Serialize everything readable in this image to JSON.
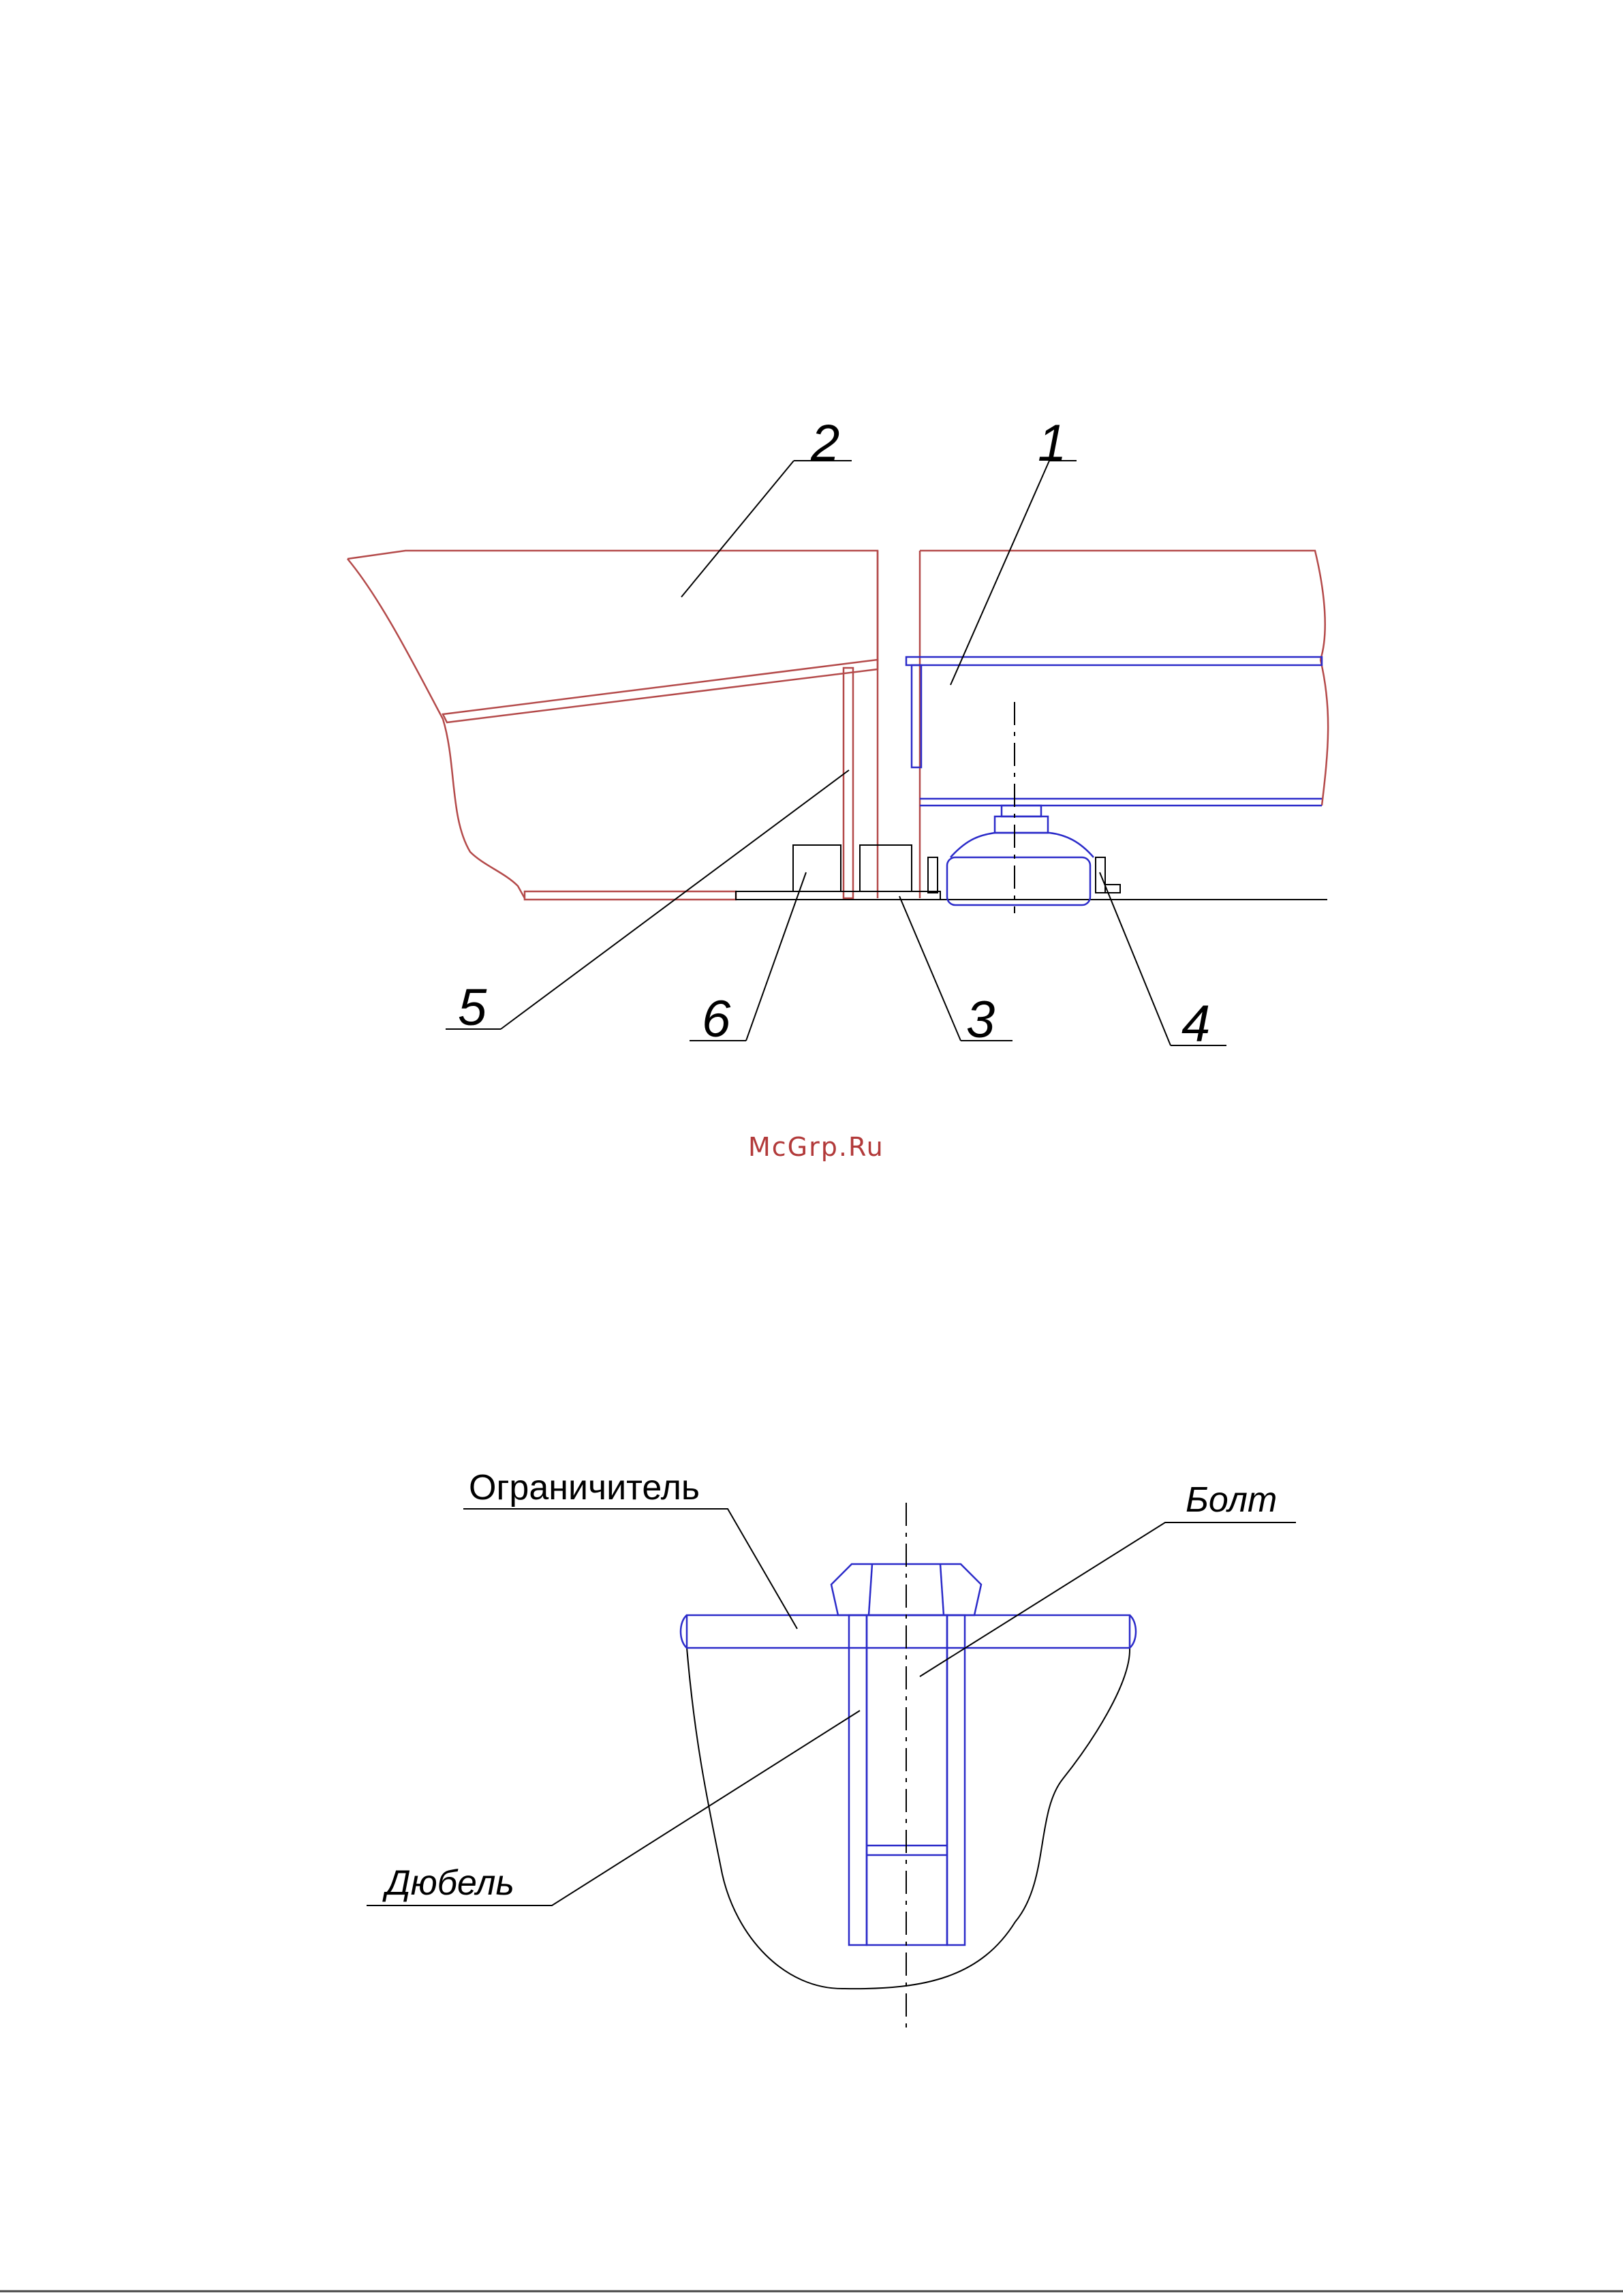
{
  "figure_top": {
    "callouts": {
      "c1": "1",
      "c2": "2",
      "c3": "3",
      "c4": "4",
      "c5": "5",
      "c6": "6"
    }
  },
  "watermark": "McGrp.Ru",
  "figure_bottom": {
    "labels": {
      "limiter": "Ограничитель",
      "bolt": "Болт",
      "dowel": "Дюбель"
    }
  },
  "colors": {
    "part_outline_red": "#b44a4a",
    "part_outline_blue": "#2b2bc9",
    "watermark": "#b23a3a"
  }
}
